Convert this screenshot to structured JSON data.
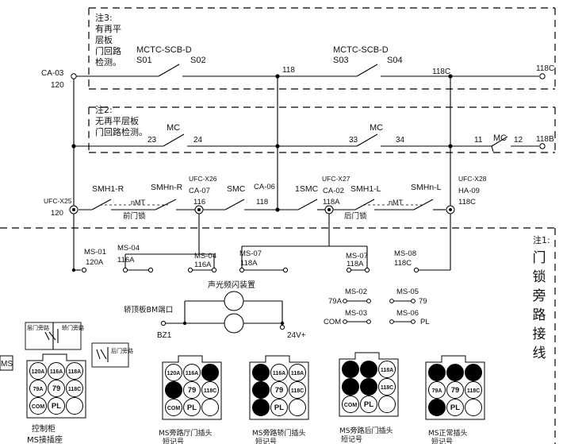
{
  "notes": {
    "note3_lines": [
      "注3:",
      "有再平",
      "层板",
      "门回路",
      "检测。"
    ],
    "note2_lines": [
      "注2:",
      "无再平层板",
      "门回路检测。"
    ],
    "note1_label": "注1:",
    "note1_chars": [
      "门",
      "锁",
      "旁",
      "路",
      "接",
      "线"
    ]
  },
  "row1": {
    "left_terminal": "CA-03",
    "left_wire": "120",
    "board1": "MCTC-SCB-D",
    "s01": "S01",
    "s02": "S02",
    "node_118": "118",
    "board2": "MCTC-SCB-D",
    "s03": "S03",
    "s04": "S04",
    "node_118c": "118C",
    "right_terminal": "118C"
  },
  "row2": {
    "mc1": "MC",
    "n23": "23",
    "n24": "24",
    "mc2": "MC",
    "n33": "33",
    "n34": "34",
    "mc3": "MC",
    "n11": "11",
    "n12": "12",
    "right_terminal": "118B"
  },
  "row3": {
    "ufc_x25": "UFC-X25",
    "w120": "120",
    "smh1r": "SMH1-R",
    "smhnr": "SMHn-R",
    "nmt1": "nMT",
    "front_lock": "前门锁",
    "ufc_x26": "UFC-X26",
    "ca07": "CA-07",
    "w116": "116",
    "smc": "SMC",
    "ca06": "CA-06",
    "w118": "118",
    "smc1": "1SMC",
    "ufc_x27": "UFC-X27",
    "ca02": "CA-02",
    "w118a": "118A",
    "smh1l": "SMH1-L",
    "smhnl": "SMHn-L",
    "nmt2": "nMT",
    "rear_lock": "后门锁",
    "ufc_x28": "UFC-X28",
    "ha09": "HA-09",
    "w118c": "118C"
  },
  "ms_terminals": {
    "ms01": "MS-01",
    "ms01v": "120A",
    "ms04a": "MS-04",
    "ms04av": "116A",
    "ms04b": "MS-04",
    "ms04bv": "116A",
    "ms07a": "MS-07",
    "ms07av": "118A",
    "ms07b": "MS-07",
    "ms07bv": "118A",
    "ms08": "MS-08",
    "ms08v": "118C"
  },
  "alarm": {
    "title": "声光频闪装置",
    "port": "轿顶板BM端口",
    "bz1": "BZ1",
    "v24": "24V+"
  },
  "ms_list": {
    "ms02": "MS-02",
    "v79a": "79A",
    "ms05": "MS-05",
    "v79": "79",
    "ms03": "MS-03",
    "com": "COM",
    "ms06": "MS-06",
    "pl": "PL"
  },
  "connectors": {
    "left_edge": "MS",
    "c0_caption": [
      "控制柜",
      "MS接插座"
    ],
    "c1_caption": [
      "MS旁路厅门插头",
      "短记号"
    ],
    "c2_caption": [
      "MS旁路轿门插头",
      "短记号"
    ],
    "c3_caption": [
      "MS旁路后门插头",
      "短记号"
    ],
    "c4_caption": [
      "MS正常插头",
      "短记号"
    ],
    "pins": [
      "120A",
      "116A",
      "118A",
      "79A",
      "79",
      "118C",
      "COM",
      "PL",
      ""
    ],
    "symbols": {
      "left_top": "层门旁路",
      "right_top": "轿门旁路",
      "rear": "后门旁路"
    }
  }
}
